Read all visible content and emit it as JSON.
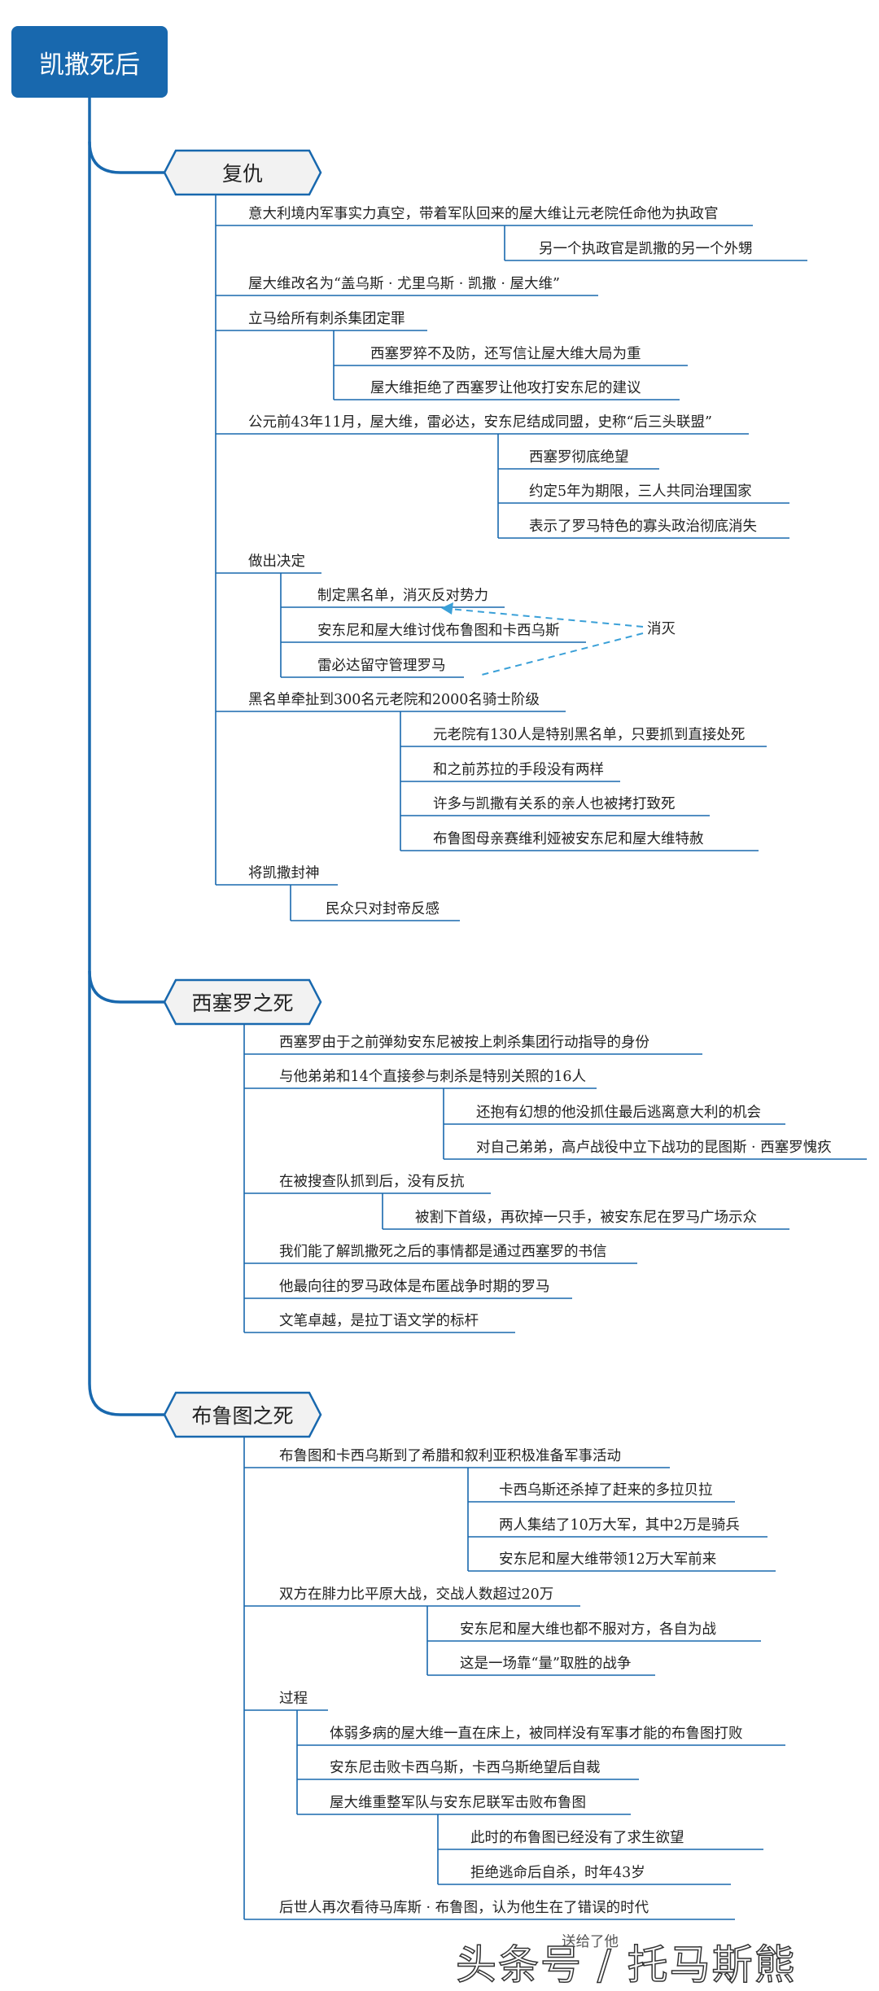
{
  "root": "凯撒死后",
  "branches": [
    {
      "title": "复仇",
      "nodes": {
        "a1": "意大利境内军事实力真空，带着军队回来的屋大维让元老院任命他为执政官",
        "a2": "另一个执政官是凯撒的另一个外甥",
        "b1": "屋大维改名为“盖乌斯 · 尤里乌斯 · 凯撒 · 屋大维”",
        "c1": "立马给所有刺杀集团定罪",
        "c2": "西塞罗猝不及防，还写信让屋大维大局为重",
        "c3": "屋大维拒绝了西塞罗让他攻打安东尼的建议",
        "d1": "公元前43年11月，屋大维，雷必达，安东尼结成同盟，史称“后三头联盟”",
        "d2": "西塞罗彻底绝望",
        "d3": "约定5年为期限，三人共同治理国家",
        "d4": "表示了罗马特色的寡头政治彻底消失",
        "e1": "做出决定",
        "e2": "制定黑名单，消灭反对势力",
        "e3": "安东尼和屋大维讨伐布鲁图和卡西乌斯",
        "e4": "雷必达留守管理罗马",
        "e5": "消灭",
        "f1": "黑名单牵扯到300名元老院和2000名骑士阶级",
        "f2": "元老院有130人是特别黑名单，只要抓到直接处死",
        "f3": "和之前苏拉的手段没有两样",
        "f4": "许多与凯撒有关系的亲人也被拷打致死",
        "f5": "布鲁图母亲赛维利娅被安东尼和屋大维特赦",
        "g1": "将凯撒封神",
        "g2": "民众只对封帝反感"
      }
    },
    {
      "title": "西塞罗之死",
      "nodes": {
        "h1": "西塞罗由于之前弹劾安东尼被按上刺杀集团行动指导的身份",
        "i1": "与他弟弟和14个直接参与刺杀是特别关照的16人",
        "i2": "还抱有幻想的他没抓住最后逃离意大利的机会",
        "i3": "对自己弟弟，高卢战役中立下战功的昆图斯 · 西塞罗愧疚",
        "j1": "在被搜查队抓到后，没有反抗",
        "j2": "被割下首级，再砍掉一只手，被安东尼在罗马广场示众",
        "k1": "我们能了解凯撒死之后的事情都是通过西塞罗的书信",
        "l1": "他最向往的罗马政体是布匿战争时期的罗马",
        "m1": "文笔卓越，是拉丁语文学的标杆"
      }
    },
    {
      "title": "布鲁图之死",
      "nodes": {
        "n1": "布鲁图和卡西乌斯到了希腊和叙利亚积极准备军事活动",
        "n2": "卡西乌斯还杀掉了赶来的多拉贝拉",
        "n3": "两人集结了10万大军，其中2万是骑兵",
        "n4": "安东尼和屋大维带领12万大军前来",
        "o1": "双方在腓力比平原大战，交战人数超过20万",
        "o2": "安东尼和屋大维也都不服对方，各自为战",
        "o3": "这是一场靠“量”取胜的战争",
        "p1": "过程",
        "p2": "体弱多病的屋大维一直在床上，被同样没有军事才能的布鲁图打败",
        "p3": "安东尼击败卡西乌斯，卡西乌斯绝望后自裁",
        "p4": "屋大维重整军队与安东尼联军击败布鲁图",
        "p5": "此时的布鲁图已经没有了求生欲望",
        "p6": "拒绝逃命后自杀，时年43岁",
        "q1": "后世人再次看待马库斯 · 布鲁图，认为他生在了错误的时代",
        "q2": "送给了他"
      }
    }
  ],
  "watermark": "头条号 / 托马斯熊",
  "colors": {
    "root": "#1868ae",
    "line": "#1868ae",
    "dashed": "#3aa0d8",
    "hex_fill": "#f2f2f2"
  }
}
